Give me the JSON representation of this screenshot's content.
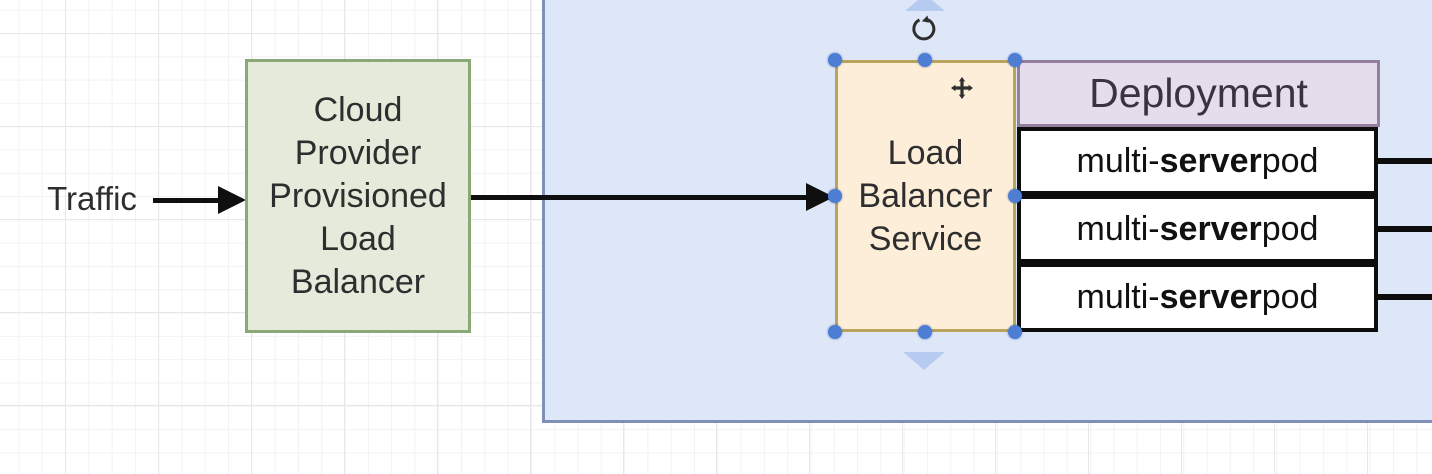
{
  "diagram": {
    "traffic_label": "Traffic",
    "cloud_lb_label": "Cloud\nProvider\nProvisioned\nLoad\nBalancer",
    "lb_service_label": "Load\nBalancer\nService",
    "deployment_label": "Deployment",
    "pods": [
      {
        "prefix": "multi-",
        "bold": "server",
        "suffix": " pod"
      },
      {
        "prefix": "multi-",
        "bold": "server",
        "suffix": " pod"
      },
      {
        "prefix": "multi-",
        "bold": "server",
        "suffix": " pod"
      }
    ],
    "colors": {
      "container_fill": "#dde7f8",
      "container_stroke": "#7e90b6",
      "green_node_fill": "#e4ebdb",
      "green_node_stroke": "#8ba877",
      "orange_node_fill": "#fceed8",
      "orange_node_stroke": "#b9a45e",
      "purple_node_fill": "#e6ddec",
      "purple_node_stroke": "#94809c",
      "pod_row_fill": "#ffffff",
      "pod_row_stroke": "#0d0d0d",
      "edge_color": "#0f0f0f",
      "selection_handle": "#4d7ed3",
      "direction_arrow": "#b7cbf0",
      "grid_major": "#e9e5e9",
      "grid_minor": "#f4f1f4"
    }
  }
}
